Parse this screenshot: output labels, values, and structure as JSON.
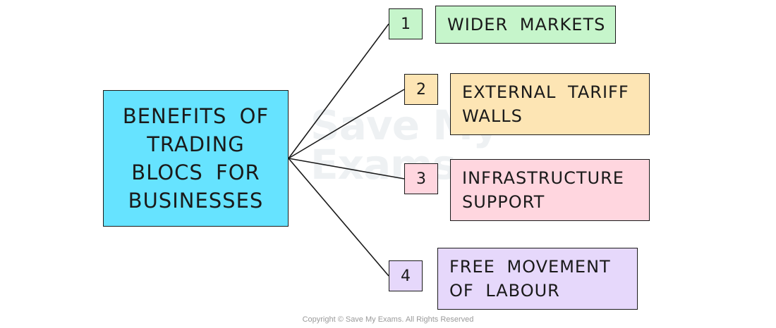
{
  "colors": {
    "central_fill": "#66e3ff",
    "item1_fill": "#c6f5cb",
    "item2_fill": "#fde5b4",
    "item3_fill": "#ffd6df",
    "item4_fill": "#e6d8fb",
    "line": "#1a1a1a"
  },
  "central": {
    "label": "BENEFITS OF TRADING BLOCS FOR BUSINESSES"
  },
  "items": [
    {
      "number": "1",
      "label": "WIDER MARKETS"
    },
    {
      "number": "2",
      "label": "EXTERNAL TARIFF WALLS"
    },
    {
      "number": "3",
      "label": "INFRASTRUCTURE SUPPORT"
    },
    {
      "number": "4",
      "label": "FREE MOVEMENT OF LABOUR"
    }
  ],
  "watermark": {
    "text": "Save My Exams"
  },
  "footer": {
    "copyright": "Copyright © Save My Exams. All Rights Reserved"
  }
}
